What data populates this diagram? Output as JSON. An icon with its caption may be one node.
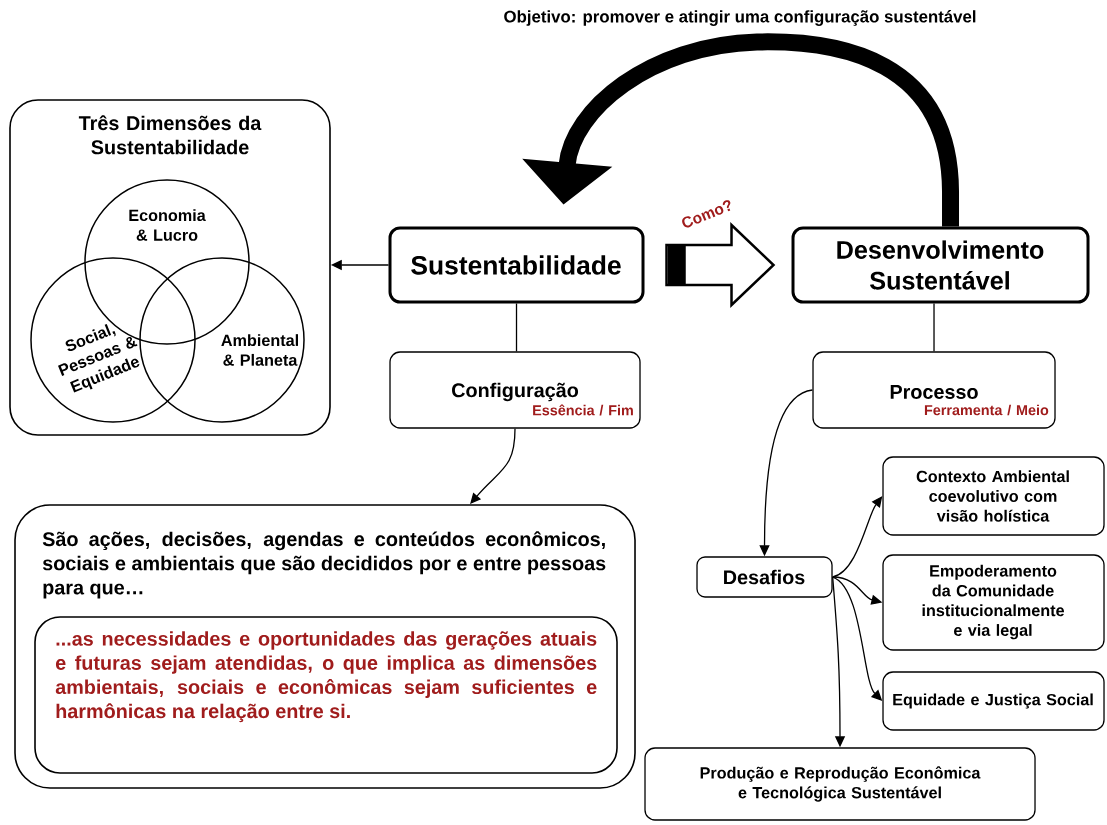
{
  "diagram": {
    "nodes": [
      {
        "text": [
          "Três Dimensões da Sustentabilidade"
        ]
      },
      {
        "text": [
          "Economia & Lucro"
        ],
        "in": 0
      },
      {
        "text": [
          "Social, Pessoas & Equidade"
        ],
        "in": 0
      },
      {
        "text": [
          "Ambiental & Planeta"
        ],
        "in": 0
      },
      {
        "text": [
          "Sustentabilidade"
        ]
      },
      {
        "text": [
          "Desenvolvimento Sustentável"
        ]
      },
      {
        "text": [
          "Configuração",
          "Essência / Fim"
        ]
      },
      {
        "text": [
          "Processo",
          "Ferramenta / Meio"
        ]
      },
      {
        "text": [
          "São ações, decisões, agendas e conteúdos econômicos, sociais e ambientais que são decididos por e entre pessoas para que…"
        ]
      },
      {
        "text": [
          "...as necessidades e oportunidades das gerações atuais e futuras sejam atendidas, o que implica as dimensões ambientais, sociais e econômicas sejam suficientes e harmônicas na relação entre si."
        ],
        "in": 8
      },
      {
        "text": [
          "Desafios"
        ]
      },
      {
        "text": [
          "Contexto Ambiental coevolutivo com visão holística"
        ]
      },
      {
        "text": [
          "Empoderamento da Comunidade institucionalmente e via legal"
        ]
      },
      {
        "text": [
          "Equidade e Justiça Social"
        ]
      },
      {
        "text": [
          "Produção e Reprodução Econômica e Tecnológica Sustentável"
        ]
      }
    ],
    "edges": [
      {
        "from": 4,
        "to": 0,
        "arrow": "to"
      },
      {
        "from": 4,
        "to": 5,
        "arrow": "to",
        "label": "Como?",
        "style": "thick"
      },
      {
        "from": 5,
        "to": 4,
        "arrow": "to",
        "label": "Objetivo: promover e atingir uma configuração sustentável",
        "style": "thick"
      },
      {
        "from": 4,
        "to": 6,
        "arrow": "none"
      },
      {
        "from": 5,
        "to": 7,
        "arrow": "none"
      },
      {
        "from": 6,
        "to": 8,
        "arrow": "to"
      },
      {
        "from": 7,
        "to": 10,
        "arrow": "to"
      },
      {
        "from": 10,
        "to": 11,
        "arrow": "to"
      },
      {
        "from": 10,
        "to": 12,
        "arrow": "to"
      },
      {
        "from": 10,
        "to": 13,
        "arrow": "to"
      },
      {
        "from": 10,
        "to": 14,
        "arrow": "to"
      }
    ]
  }
}
